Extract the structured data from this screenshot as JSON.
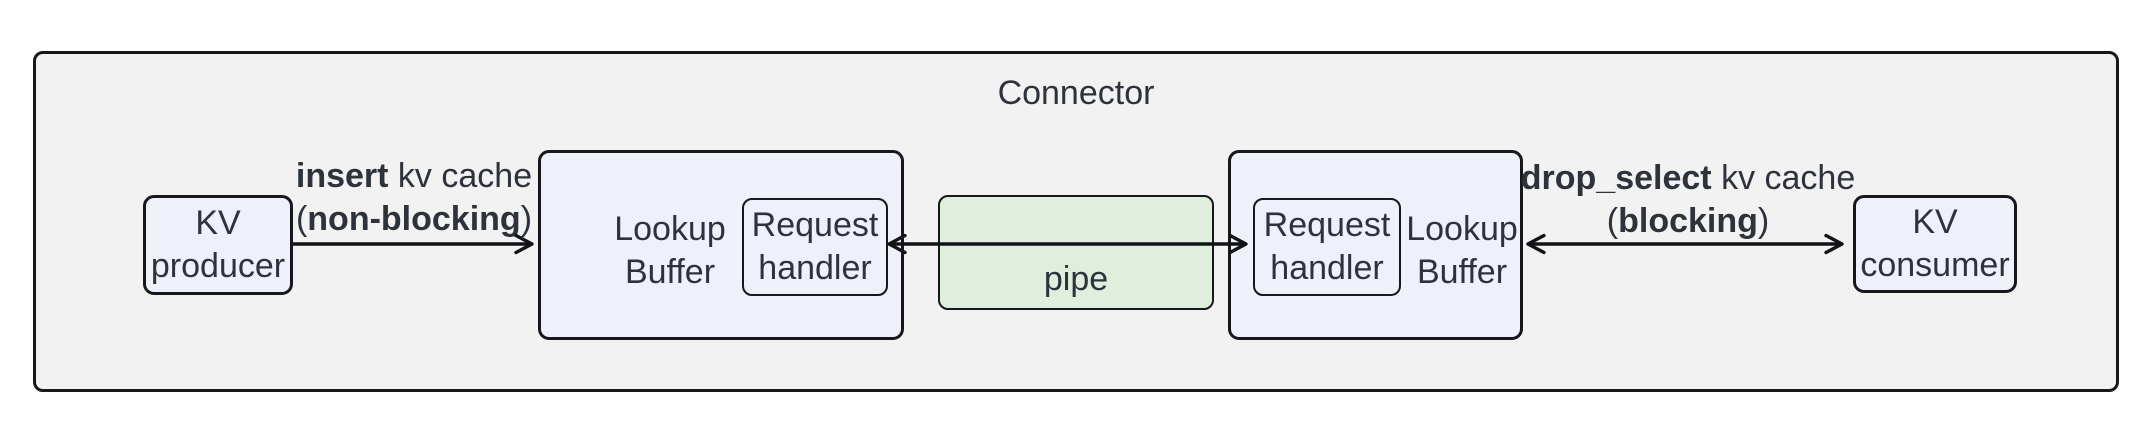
{
  "colors": {
    "frame_fill": "#f2f2f2",
    "frame_border": "#17181b",
    "node_fill": "#eef1fa",
    "pipe_fill": "#dfeedd",
    "text": "#2e323a",
    "arrow": "#121316"
  },
  "connector": {
    "title": "Connector"
  },
  "nodes": {
    "kv_producer": {
      "line1": "KV",
      "line2": "producer"
    },
    "lookup_buffer_left": {
      "label_line1": "Lookup",
      "label_line2": "Buffer",
      "handler_line1": "Request",
      "handler_line2": "handler"
    },
    "pipe": {
      "label": "pipe"
    },
    "lookup_buffer_right": {
      "label_line1": "Lookup",
      "label_line2": "Buffer",
      "handler_line1": "Request",
      "handler_line2": "handler"
    },
    "kv_consumer": {
      "line1": "KV",
      "line2": "consumer"
    }
  },
  "edges": {
    "insert": {
      "verb": "insert",
      "rest": " kv cache",
      "paren_open": "(",
      "mode": "non-blocking",
      "paren_close": ")"
    },
    "drop_select": {
      "verb": "drop_select",
      "rest": " kv cache",
      "paren_open": "(",
      "mode": "blocking",
      "paren_close": ")"
    }
  }
}
